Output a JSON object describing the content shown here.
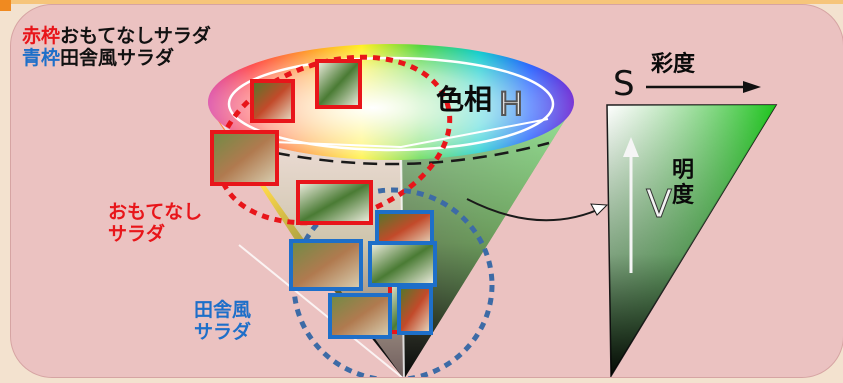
{
  "legend": {
    "red_key": "赤枠",
    "red_text": "おもてなしサラダ",
    "blue_key": "青枠",
    "blue_text": "田舎風サラダ"
  },
  "labels": {
    "red_line1": "おもてなし",
    "red_line2": "サラダ",
    "blue_line1": "田舎風",
    "blue_line2": "サラダ",
    "hue": "色相",
    "saturation": "彩度",
    "value_line1": "明",
    "value_line2": "度"
  },
  "axis_letters": {
    "h": "H",
    "s": "S",
    "v": "V"
  },
  "colors": {
    "red_frame": "#e8151a",
    "blue_frame": "#1e6fc9",
    "panel": "#ebc2c1",
    "page": "#f3e2cf"
  }
}
